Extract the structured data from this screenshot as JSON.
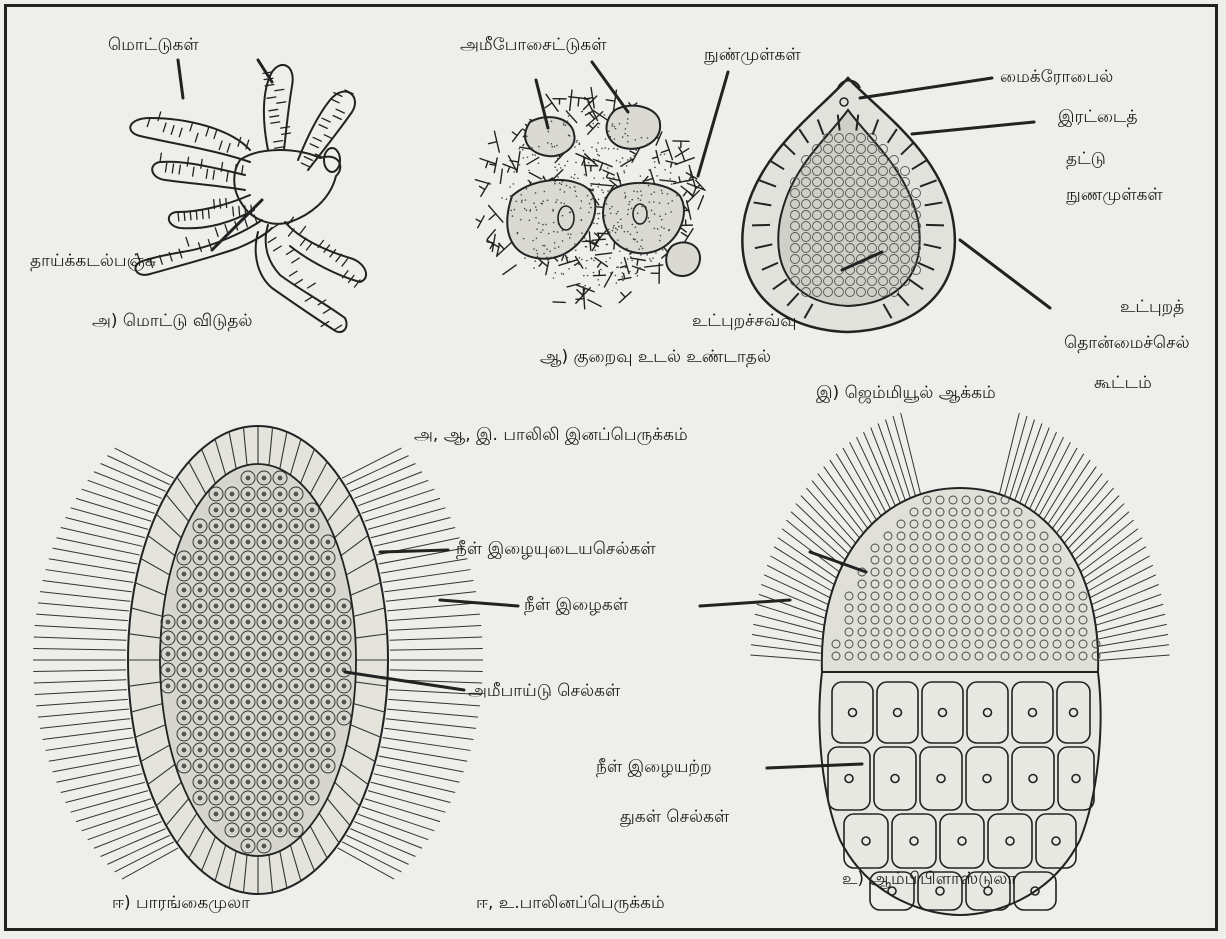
{
  "figure_a": {
    "label_buds": "மொட்டுகள்",
    "label_parent": "தாய்க்கடல்பஞ்சு",
    "caption": "அ) மொட்டு விடுதல்"
  },
  "figure_aa": {
    "label_amoebocytes": "அமீபோசைட்டுகள்",
    "label_spicules": "நுண்முள்கள்",
    "label_inner_coat": "உட்புறச்சவ்வு",
    "caption": "ஆ) குறைவு உடல் உண்டாதல்"
  },
  "figure_i": {
    "label_micropyle": "மைக்ரோபைல்",
    "label_double_1": "இரட்டைத்",
    "label_double_2": "தட்டு",
    "label_spicules": "நுணமுள்கள்",
    "label_inner_1": "உட்புறத்",
    "label_inner_2": "தொன்மைச்செல்",
    "label_inner_3": "கூட்டம்",
    "caption": "இ) ஜெம்மியூல் ஆக்கம்"
  },
  "asexual_heading": "அ, ஆ, இ. பாலிலி இனப்பெருக்கம்",
  "center_labels": {
    "flagellated_cells": "நீள் இழையுடையசெல்கள்",
    "flagella": "நீள் இழைகள்",
    "amoeboid_cells": "அமீபாய்டு செல்கள்",
    "non_flagellated_1": "நீள் இழையற்ற",
    "non_flagellated_2": "துகள் செல்கள்"
  },
  "figure_ee": {
    "caption": "ஈ) பாரங்கைமுலா"
  },
  "figure_u": {
    "caption": "உ) ஆம்பிபிளாஸ்டுலா"
  },
  "sexual_heading": "ஈ, உ.பாலினப்பெருக்கம்"
}
